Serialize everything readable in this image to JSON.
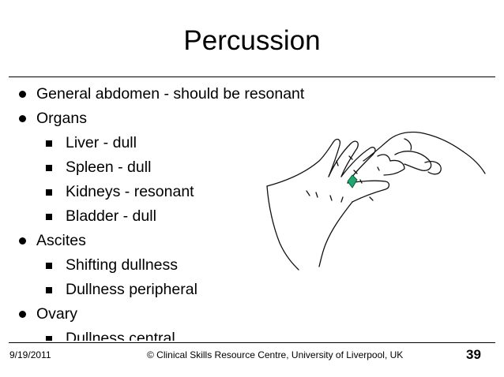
{
  "slide": {
    "title": "Percussion",
    "bullets": [
      {
        "level": 1,
        "text": "General abdomen - should be resonant"
      },
      {
        "level": 1,
        "text": "Organs"
      },
      {
        "level": 2,
        "text": "Liver - dull"
      },
      {
        "level": 2,
        "text": "Spleen - dull"
      },
      {
        "level": 2,
        "text": "Kidneys - resonant"
      },
      {
        "level": 2,
        "text": "Bladder - dull"
      },
      {
        "level": 1,
        "text": "Ascites"
      },
      {
        "level": 2,
        "text": "Shifting dullness"
      },
      {
        "level": 2,
        "text": "Dullness peripheral"
      },
      {
        "level": 1,
        "text": "Ovary"
      },
      {
        "level": 2,
        "text": "Dullness central"
      }
    ],
    "illustration_icon": "percussing-hands-icon",
    "accent_color": "#1fa870"
  },
  "footer": {
    "date": "9/19/2011",
    "credit": "© Clinical Skills Resource Centre, University of Liverpool, UK",
    "page_number": "39"
  }
}
